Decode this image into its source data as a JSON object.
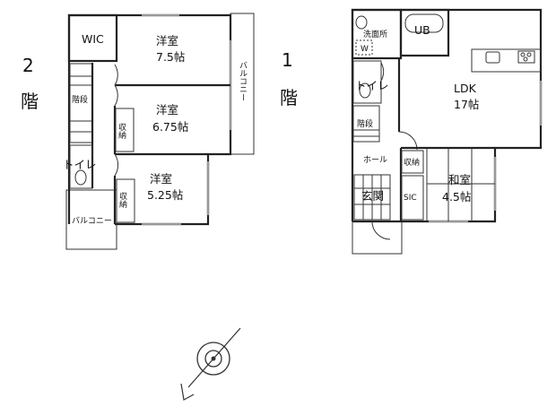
{
  "floor2": {
    "label_num": "2",
    "label_kai": "階",
    "wic": "WIC",
    "room1_name": "洋室",
    "room1_size": "7.5帖",
    "room2_name": "洋室",
    "room2_size": "6.75帖",
    "room3_name": "洋室",
    "room3_size": "5.25帖",
    "balcony_side": "バルコニー",
    "stairs": "階段",
    "storage1": "収納",
    "storage2": "収納",
    "toilet": "トイレ",
    "balcony_lower": "バルコニー"
  },
  "floor1": {
    "label_num": "1",
    "label_kai": "階",
    "washroom": "洗面所",
    "washer": "W",
    "bath": "UB",
    "toilet": "トイレ",
    "ldk_name": "LDK",
    "ldk_size": "17帖",
    "stairs": "階段",
    "hall": "ホール",
    "storage": "収納",
    "entrance": "玄関",
    "sic": "SIC",
    "washitsu_name": "和室",
    "washitsu_size": "4.5帖"
  },
  "compass": {
    "icon": "north-compass-icon"
  }
}
